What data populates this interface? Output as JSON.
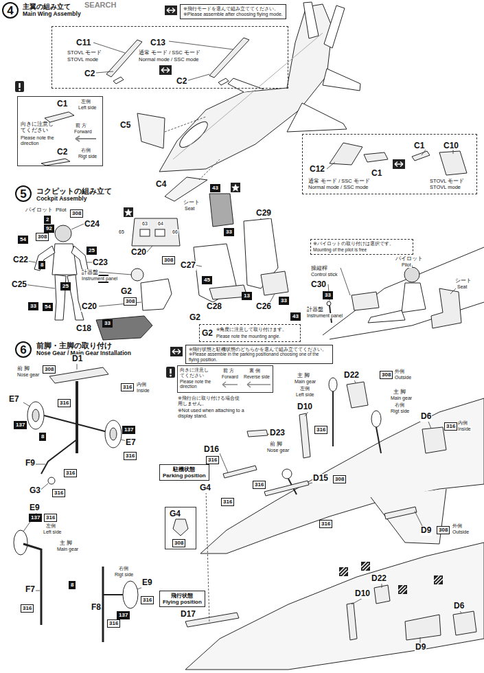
{
  "diagram": {
    "nodes": [
      {
        "text": [
          "4"
        ]
      },
      {
        "text": [
          "※飛行モードを選んで組み立ててください。",
          "※Please assemble after choosing flying mode."
        ]
      },
      {
        "text": [
          "C11",
          "STOVL モード",
          "STOVL mode",
          "C2",
          "C13",
          "通常 モード / SSC モード",
          "Normal mode / SSC mode",
          "C2"
        ]
      },
      {
        "text": [
          "C1",
          "左側",
          "Left side",
          "向きに注意してください",
          "Please note the direction",
          "前 方",
          "Forward",
          "C2",
          "右側",
          "Rigt side"
        ]
      },
      {
        "text": [
          "C1",
          "C10",
          "C12",
          "C1",
          "通常 モード / SSC モード",
          "Normal mode / SSC mode",
          "STOVL モード",
          "STOVL mode"
        ]
      },
      {
        "text": [
          "5"
        ]
      },
      {
        "text": [
          "308"
        ]
      },
      {
        "text": [
          "2"
        ]
      },
      {
        "text": [
          "92"
        ]
      },
      {
        "text": [
          "308"
        ]
      },
      {
        "text": [
          "54"
        ]
      },
      {
        "text": [
          "25"
        ]
      },
      {
        "text": [
          "8"
        ]
      },
      {
        "text": [
          "25"
        ]
      },
      {
        "text": [
          "54"
        ]
      },
      {
        "text": [
          "33"
        ]
      },
      {
        "text": [
          "54"
        ]
      },
      {
        "text": [
          "308"
        ]
      },
      {
        "text": [
          "308"
        ]
      },
      {
        "text": [
          "33"
        ]
      },
      {
        "text": [
          "43"
        ]
      },
      {
        "text": [
          "33"
        ]
      },
      {
        "text": [
          "45"
        ]
      },
      {
        "text": [
          "13"
        ]
      },
      {
        "text": [
          "33"
        ]
      },
      {
        "text": [
          "43"
        ]
      },
      {
        "text": [
          "G2",
          "※角度に注意して取り付けます。",
          "Please note the mounting angle."
        ]
      },
      {
        "text": [
          "※パイロットの取り付けは選択です。",
          "Mounting of the pilot is free"
        ]
      },
      {
        "text": [
          "33"
        ]
      },
      {
        "text": [
          "6"
        ]
      },
      {
        "text": [
          "※飛行状態と駐機状態のどちらかを選んで組み立ててください。",
          "※Please assemble in the parking positionand choosing one of the flying position."
        ]
      },
      {
        "text": [
          "308"
        ]
      },
      {
        "text": [
          "316"
        ]
      },
      {
        "text": [
          "316"
        ]
      },
      {
        "text": [
          "137"
        ]
      },
      {
        "text": [
          "8"
        ]
      },
      {
        "text": [
          "137"
        ]
      },
      {
        "text": [
          "316"
        ]
      },
      {
        "text": [
          "316"
        ]
      },
      {
        "text": [
          "316"
        ]
      },
      {
        "text": [
          "137"
        ]
      },
      {
        "text": [
          "316"
        ]
      },
      {
        "text": [
          "8"
        ]
      },
      {
        "text": [
          "316"
        ]
      },
      {
        "text": [
          "137"
        ]
      },
      {
        "text": [
          "316"
        ]
      },
      {
        "text": [
          "316"
        ]
      },
      {
        "text": [
          "向きに注意してください",
          "Please note the direction",
          "前 方",
          "Forward",
          "裏 側",
          "Reverse side"
        ]
      },
      {
        "text": [
          "駐機状態",
          "Parking position"
        ]
      },
      {
        "text": [
          "飛行状態",
          "Flying position"
        ]
      },
      {
        "text": [
          "308"
        ]
      },
      {
        "text": [
          "316"
        ]
      },
      {
        "text": [
          "316"
        ]
      },
      {
        "text": [
          "316"
        ]
      },
      {
        "text": [
          "316"
        ]
      },
      {
        "text": [
          "308"
        ]
      },
      {
        "text": [
          "316"
        ]
      },
      {
        "text": [
          "316"
        ]
      },
      {
        "text": [
          "308"
        ]
      },
      {
        "text": [
          "G4"
        ]
      },
      {
        "text": [
          "308"
        ],
        "in": 59
      }
    ],
    "labels": [
      "SEARCH",
      "主翼の組み立て",
      "Main Wing Assembly",
      "C5",
      "C4",
      "コクピットの組み立て",
      "Cockpit Assembly",
      "パイロット",
      "Pilot",
      "C24",
      "C22",
      "C23",
      "C25",
      "63",
      "64",
      "65",
      "66",
      "C20",
      "計器盤",
      "Instrument panel",
      "G2",
      "C20",
      "C18",
      "シート",
      "Seat",
      "C29",
      "C27",
      "C28",
      "C26",
      "G2",
      "パイロット",
      "Pilot",
      "操縦桿",
      "Control stick",
      "C30",
      "シート",
      "Seat",
      "計器盤",
      "Instrument panel",
      "前脚・主脚の取り付け",
      "Nose Gear / Main Gear Installation",
      "前 脚",
      "Nose gear",
      "D1",
      "内側",
      "Inside",
      "E7",
      "F9",
      "G3",
      "E7",
      "E9",
      "左側",
      "Left side",
      "主 脚",
      "Main gear",
      "F7",
      "右側",
      "Rigt side",
      "E9",
      "F8",
      "※飛行台に取り付ける場合使用しません。",
      "※Not used when attaching to a display stand.",
      "主 脚",
      "Main gear",
      "左側",
      "Left side",
      "D10",
      "D22",
      "外側",
      "Outside",
      "主 脚",
      "Main gear",
      "右側",
      "Rigt side",
      "D6",
      "内側",
      "Inside",
      "D23",
      "前 脚",
      "Nose gear",
      "D16",
      "G4",
      "D15",
      "D9",
      "外側",
      "Outside",
      "D17",
      "D10",
      "D22",
      "D6",
      "D9"
    ]
  }
}
